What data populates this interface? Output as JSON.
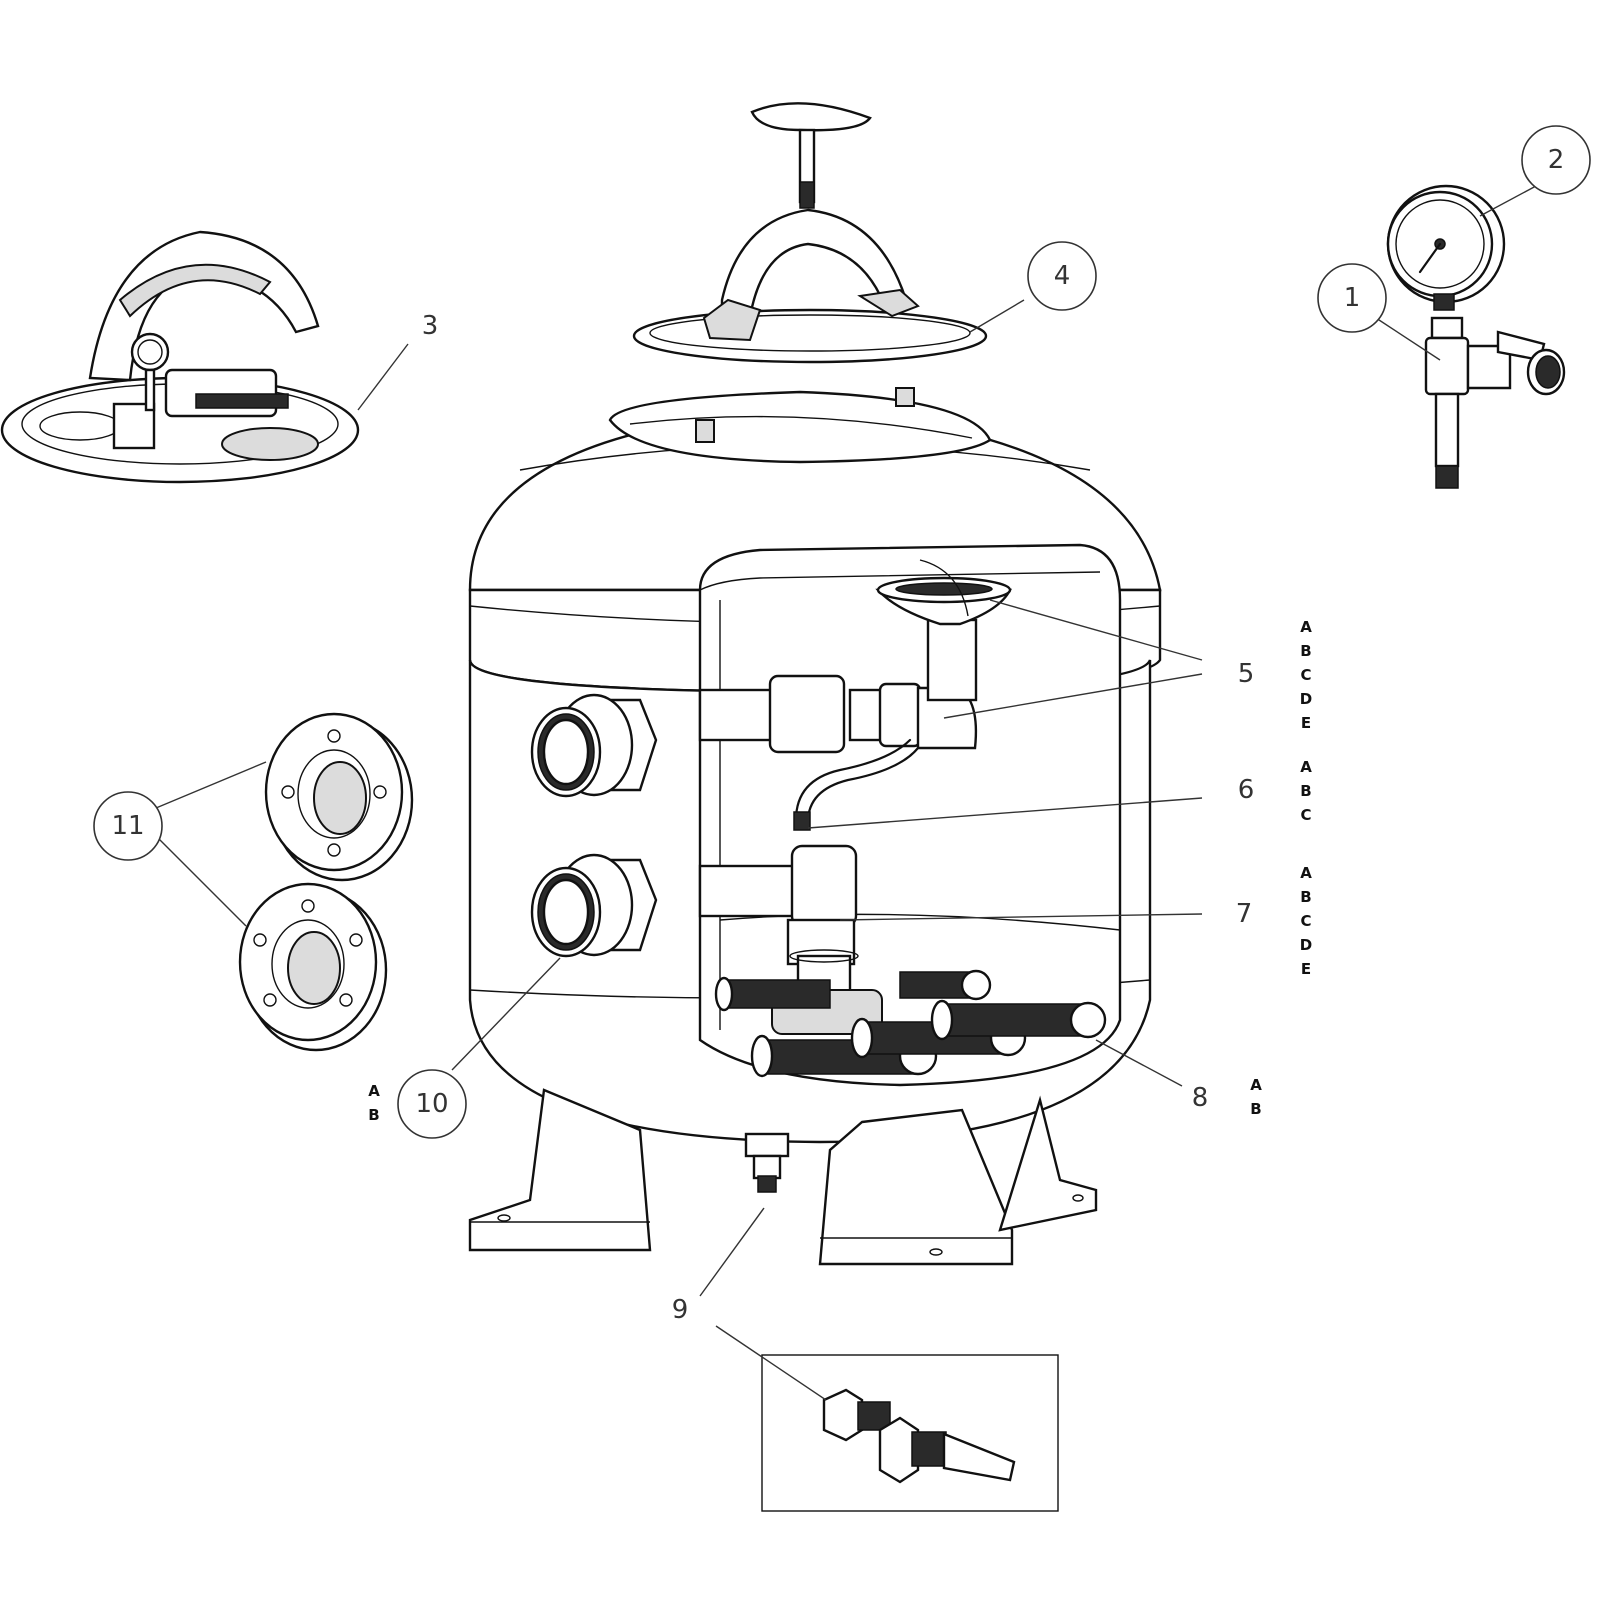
{
  "callouts": [
    {
      "id": "1",
      "label": "1"
    },
    {
      "id": "2",
      "label": "2"
    },
    {
      "id": "3",
      "label": "3"
    },
    {
      "id": "4",
      "label": "4"
    },
    {
      "id": "5",
      "label": "5"
    },
    {
      "id": "6",
      "label": "6"
    },
    {
      "id": "7",
      "label": "7"
    },
    {
      "id": "8",
      "label": "8"
    },
    {
      "id": "9",
      "label": "9"
    },
    {
      "id": "10",
      "label": "10"
    },
    {
      "id": "11",
      "label": "11"
    }
  ],
  "variants": {
    "5": [
      "A",
      "B",
      "C",
      "D",
      "E"
    ],
    "6": [
      "A",
      "B",
      "C"
    ],
    "7": [
      "A",
      "B",
      "C",
      "D",
      "E"
    ],
    "8": [
      "A",
      "B"
    ],
    "10": [
      "A",
      "B"
    ]
  }
}
